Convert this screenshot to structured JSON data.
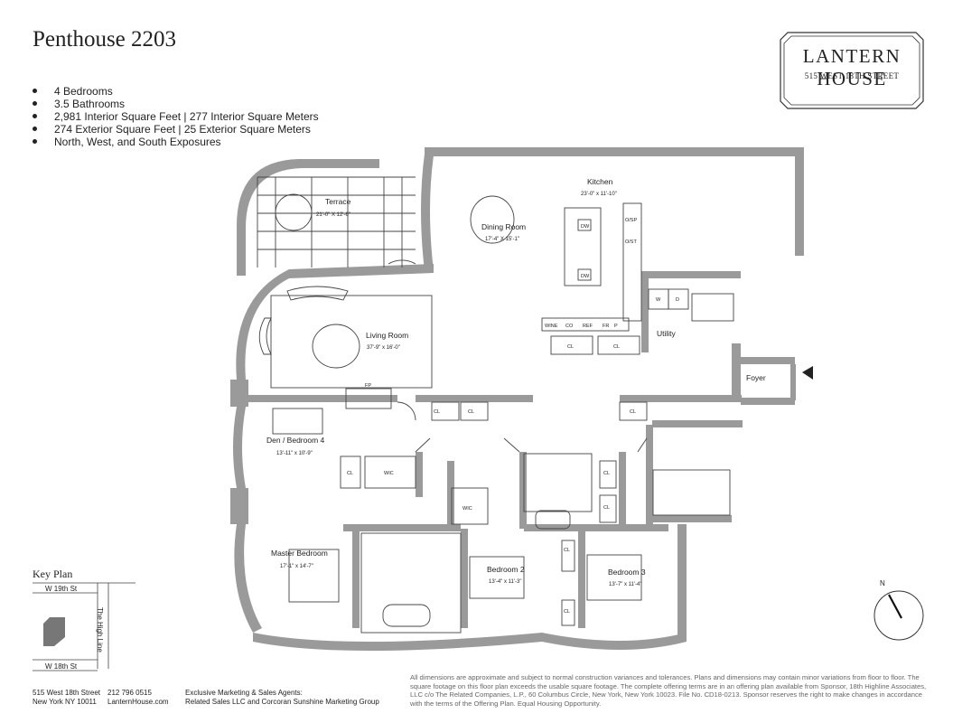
{
  "title": "Penthouse 2203",
  "features": [
    "4 Bedrooms",
    "3.5 Bathrooms",
    "2,981 Interior Square Feet | 277 Interior Square Meters",
    "274 Exterior Square Feet | 25 Exterior Square Meters",
    "North, West, and South Exposures"
  ],
  "logo": {
    "name": "LANTERN HOUSE",
    "address": "515 WEST 18TH STREET"
  },
  "rooms": {
    "terrace": {
      "name": "Terrace",
      "dims": "21'-0\" X 12'-6\""
    },
    "kitchen": {
      "name": "Kitchen",
      "dims": "23'-0\" x 11'-10\""
    },
    "dining": {
      "name": "Dining Room",
      "dims": "17'-4\" X 15'-1\""
    },
    "living": {
      "name": "Living Room",
      "dims": "37'-9\" x 16'-0\""
    },
    "den": {
      "name": "Den / Bedroom 4",
      "dims": "13'-11\" x 10'-9\""
    },
    "master": {
      "name": "Master Bedroom",
      "dims": "17'-1\" x 14'-7\""
    },
    "bed2": {
      "name": "Bedroom 2",
      "dims": "13'-4\" x 11'-3\""
    },
    "bed3": {
      "name": "Bedroom 3",
      "dims": "13'-7\" x 11'-4\""
    },
    "utility": {
      "name": "Utility"
    },
    "foyer": {
      "name": "Foyer"
    }
  },
  "fixtures": {
    "dw": "DW",
    "os": "O/SP",
    "ost": "O/ST",
    "wine": "WINE",
    "co": "CO",
    "ref": "REF",
    "fr": "FR",
    "p": "P",
    "cl": "CL",
    "wic": "WIC",
    "washer": "W",
    "dryer": "D",
    "fp": "FP"
  },
  "key_plan": {
    "title": "Key Plan",
    "north_street": "W 19th St",
    "south_street": "W 18th St",
    "side": "The High Line"
  },
  "compass": "N",
  "footer": {
    "address_line1": "515 West 18th Street",
    "address_line2": "New York NY 10011",
    "phone": "212 796 0515",
    "website": "LanternHouse.com",
    "agents_label": "Exclusive Marketing & Sales Agents:",
    "agents": "Related Sales LLC and Corcoran Sunshine Marketing Group"
  },
  "disclaimer": "All dimensions are approximate and subject to normal construction variances and tolerances. Plans and dimensions may contain minor variations from floor to floor. The square footage on this floor plan exceeds the usable square footage. The complete offering terms are in an offering plan available from Sponsor, 18th Highline Associates, LLC c/o The Related Companies, L.P., 60 Columbus Circle, New York, New York 10023. File No. CD18-0213. Sponsor reserves the right to make changes in accordance with the terms of the Offering Plan. Equal Housing Opportunity."
}
